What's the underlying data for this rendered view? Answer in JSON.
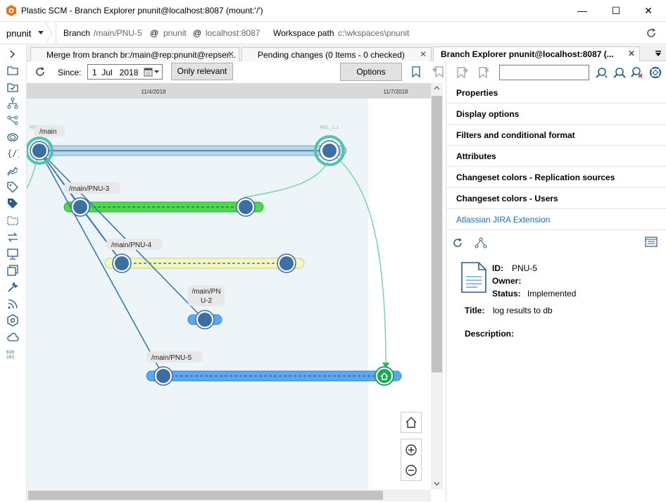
{
  "window": {
    "title": "Plastic SCM - Branch Explorer pnunit@localhost:8087 (mount:'/')",
    "minimize": "—",
    "maximize": "☐",
    "close": "✕"
  },
  "toolbar": {
    "repo": "pnunit",
    "branch_label": "Branch",
    "branch_path": "/main/PNU-5",
    "at1": "@",
    "repo_name": "pnunit",
    "at2": "@",
    "server": "localhost:8087",
    "workspace_label": "Workspace path",
    "workspace_path": "c:\\wkspaces\\pnunit"
  },
  "tabs": [
    {
      "label": "Merge from branch br:/main@rep:pnunit@repser..."
    },
    {
      "label": "Pending changes (0 Items - 0 checked)"
    },
    {
      "label": "Branch Explorer pnunit@localhost:8087 (..."
    }
  ],
  "explorer_toolbar": {
    "since_label": "Since:",
    "since_value": "1  Jul   2018",
    "only_relevant": "Only relevant",
    "options": "Options",
    "search_value": ""
  },
  "timeline": {
    "dates": [
      "11/4/2018",
      "11/7/2018"
    ]
  },
  "graph": {
    "labels": {
      "main": "/main",
      "rel_main": "REL_1.0",
      "rel_main_right": "REL_1.1",
      "pnu3": "/main/PNU-3",
      "pnu4": "/main/PNU-4",
      "pnu2_a": "/main/PN",
      "pnu2_b": "U-2",
      "pnu5": "/main/PNU-5"
    },
    "colors": {
      "main": "#b7d4e8",
      "pnu3": "#4cd94c",
      "pnu4": "#f3f7c0",
      "pnu2": "#5aa8f0",
      "pnu5": "#5aa8f0",
      "node": "#3c6fa4",
      "label_bg": "#e8e8e8",
      "area_bg": "#eef5f9",
      "merge_line": "#6fd69b",
      "link_line": "#3a7ab3"
    }
  },
  "properties": {
    "items": [
      "Properties",
      "Display options",
      "Filters and conditional format",
      "Attributes",
      "Changeset colors - Replication sources",
      "Changeset colors - Users",
      "Atlassian JIRA Extension"
    ],
    "issue": {
      "id_label": "ID:",
      "id_value": "PNU-5",
      "owner_label": "Owner:",
      "owner_value": "",
      "status_label": "Status:",
      "status_value": "Implemented",
      "title_label": "Title:",
      "title_value": "log results to db",
      "description_label": "Description:",
      "description_value": ""
    }
  }
}
